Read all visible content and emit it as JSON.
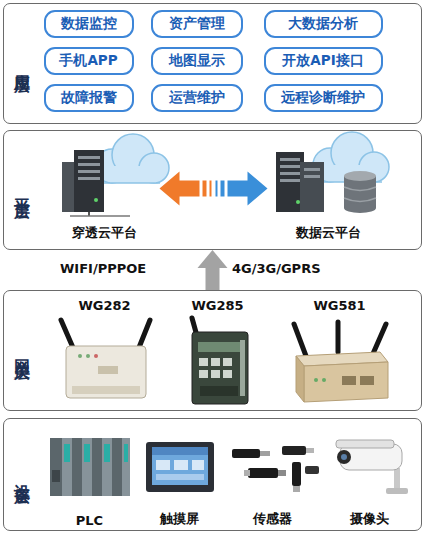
{
  "diagram": {
    "nodes": [
      {
        "text": [
          "应用层"
        ]
      },
      {
        "text": [
          "数据监控"
        ],
        "in": 0
      },
      {
        "text": [
          "资产管理"
        ],
        "in": 0
      },
      {
        "text": [
          "大数据分析"
        ],
        "in": 0
      },
      {
        "text": [
          "手机APP"
        ],
        "in": 0
      },
      {
        "text": [
          "地图显示"
        ],
        "in": 0
      },
      {
        "text": [
          "开放API接口"
        ],
        "in": 0
      },
      {
        "text": [
          "故障报警"
        ],
        "in": 0
      },
      {
        "text": [
          "运营维护"
        ],
        "in": 0
      },
      {
        "text": [
          "远程诊断维护"
        ],
        "in": 0
      },
      {
        "text": [
          "平台层"
        ]
      },
      {
        "text": [
          "穿透云平台"
        ],
        "in": 10
      },
      {
        "text": [
          "数据云平台"
        ],
        "in": 10
      },
      {
        "text": [
          "网关层"
        ]
      },
      {
        "text": [
          "WG282"
        ],
        "in": 13
      },
      {
        "text": [
          "WG285"
        ],
        "in": 13
      },
      {
        "text": [
          "WG581"
        ],
        "in": 13
      },
      {
        "text": [
          "设备层"
        ]
      },
      {
        "text": [
          "PLC"
        ],
        "in": 17
      },
      {
        "text": [
          "触摸屏"
        ],
        "in": 17
      },
      {
        "text": [
          "传感器"
        ],
        "in": 17
      },
      {
        "text": [
          "摄像头"
        ],
        "in": 17
      }
    ],
    "edges": [
      {
        "from": 11,
        "to": 12,
        "arrow": "both"
      },
      {
        "from": 13,
        "to": 10,
        "arrow": "to"
      }
    ],
    "labels": [
      "WIFI/PPPOE",
      "4G/3G/GPRS"
    ]
  }
}
